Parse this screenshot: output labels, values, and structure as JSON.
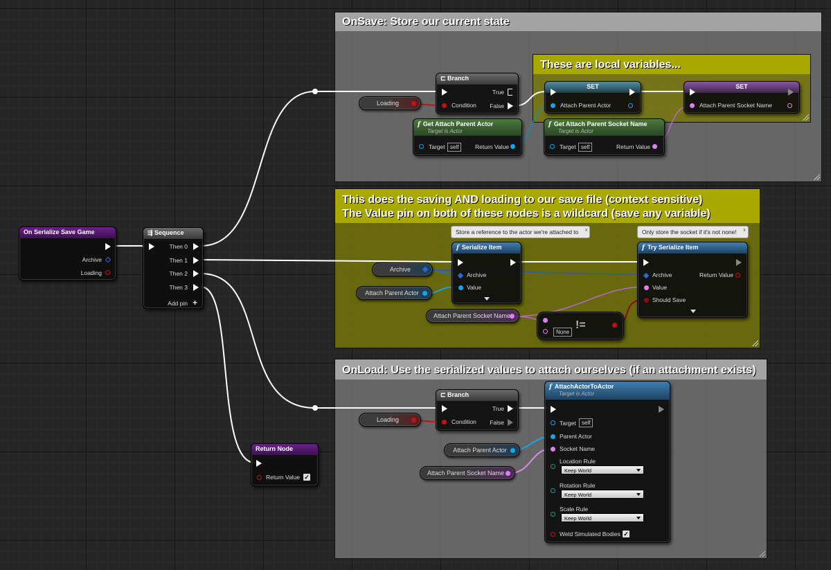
{
  "comments": {
    "onsave_title": "OnSave: Store our current state",
    "local_vars_title": "These are local variables...",
    "serialize_title_line1": "This does the saving AND loading to our save file (context sensitive)",
    "serialize_title_line2": "The Value pin on both of these nodes is a wildcard (save any variable)",
    "onload_title": "OnLoad: Use the serialized values to attach ourselves (if an attachment exists)"
  },
  "event_node": {
    "title": "On Serialize Save Game",
    "pin_archive": "Archive",
    "pin_loading": "Loading"
  },
  "sequence_node": {
    "title": "Sequence",
    "then0": "Then 0",
    "then1": "Then 1",
    "then2": "Then 2",
    "then3": "Then 3",
    "add_pin": "Add pin"
  },
  "return_node": {
    "title": "Return Node",
    "pin_return_value": "Return Value",
    "checked": true
  },
  "branch_top": {
    "title": "Branch",
    "true_label": "True",
    "false_label": "False",
    "condition": "Condition"
  },
  "branch_bottom": {
    "title": "Branch",
    "true_label": "True",
    "false_label": "False",
    "condition": "Condition"
  },
  "loading_var_top": "Loading",
  "loading_var_bottom": "Loading",
  "get_parent_actor": {
    "title": "Get Attach Parent Actor",
    "subtitle": "Target is Actor",
    "target": "Target",
    "self": "self",
    "return_value": "Return Value"
  },
  "get_socket_name": {
    "title": "Get Attach Parent Socket Name",
    "subtitle": "Target is Actor",
    "target": "Target",
    "self": "self",
    "return_value": "Return Value"
  },
  "set_actor": {
    "title": "SET",
    "pin": "Attach Parent Actor"
  },
  "set_socket": {
    "title": "SET",
    "pin": "Attach Parent Socket Name"
  },
  "serialize_item": {
    "title": "Serialize Item",
    "archive": "Archive",
    "value": "Value",
    "bubble": "Store a reference to the actor we're attached to",
    "bubble_close": "x"
  },
  "try_serialize_item": {
    "title": "Try Serialize Item",
    "archive": "Archive",
    "value": "Value",
    "should_save": "Should Save",
    "return_value": "Return Value",
    "bubble": "Only store the socket if it's not none!",
    "bubble_close": "x"
  },
  "vars_mid": {
    "archive": "Archive",
    "attach_parent_actor": "Attach Parent Actor",
    "attach_parent_socket_name": "Attach Parent Socket Name"
  },
  "not_equal_node": {
    "none_value": "None",
    "op": "!="
  },
  "vars_bottom": {
    "attach_parent_actor": "Attach Parent Actor",
    "attach_parent_socket_name": "Attach Parent Socket Name"
  },
  "attach_actor": {
    "title": "AttachActorToActor",
    "subtitle": "Target is Actor",
    "target": "Target",
    "self": "self",
    "parent_actor": "Parent Actor",
    "socket_name": "Socket Name",
    "location_rule": "Location Rule",
    "location_value": "Keep World",
    "rotation_rule": "Rotation Rule",
    "rotation_value": "Keep World",
    "scale_rule": "Scale Rule",
    "scale_value": "Keep World",
    "weld": "Weld Simulated Bodies",
    "weld_checked": true
  },
  "colors": {
    "exec": "#ffffff",
    "bool": "#c81010",
    "object": "#19a4e6",
    "name": "#e07ff2",
    "struct": "#2d69d6",
    "comment_grey": "#a3a3a3",
    "comment_yellow": "#a8a800"
  }
}
